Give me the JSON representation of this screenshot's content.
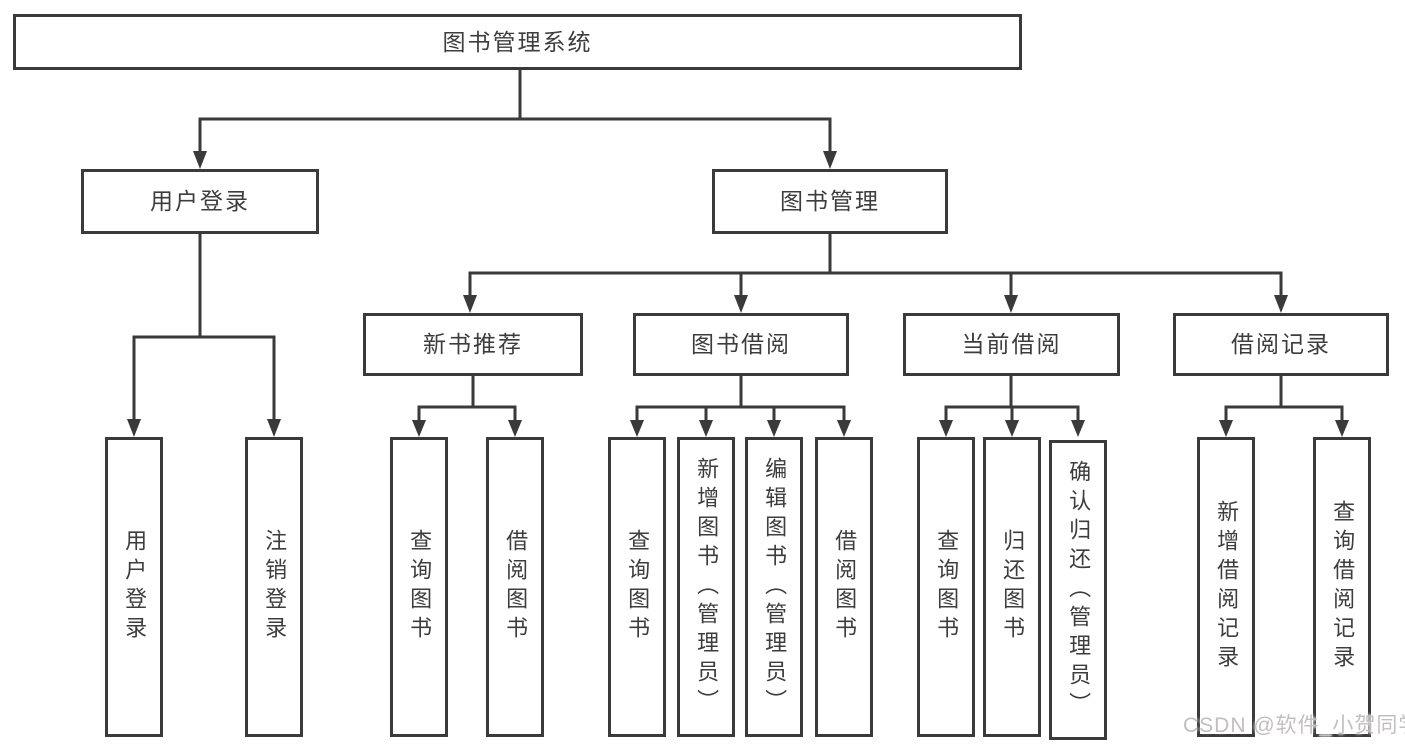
{
  "diagram": {
    "root": {
      "label": "图书管理系统"
    },
    "level1": {
      "user_login": {
        "label": "用户登录"
      },
      "book_management": {
        "label": "图书管理"
      }
    },
    "level2": {
      "new_book_recommendation": {
        "label": "新书推荐"
      },
      "book_borrowing": {
        "label": "图书借阅"
      },
      "current_borrowing": {
        "label": "当前借阅"
      },
      "borrowing_records": {
        "label": "借阅记录"
      }
    },
    "leaves": {
      "user_login": [
        "用户登录",
        "注销登录"
      ],
      "new_book_recommendation": [
        "查询图书",
        "借阅图书"
      ],
      "book_borrowing": [
        "查询图书",
        "新增图书（管理员）",
        "编辑图书（管理员）",
        "借阅图书"
      ],
      "current_borrowing": [
        "查询图书",
        "归还图书",
        "确认归还（管理员）"
      ],
      "borrowing_records": [
        "新增借阅记录",
        "查询借阅记录"
      ]
    }
  },
  "watermark": "CSDN @软件_小贺同学",
  "colors": {
    "line": "#3a3a3a",
    "text": "#3d3d3d",
    "background": "#ffffff",
    "watermark": "#c3bfbf"
  }
}
